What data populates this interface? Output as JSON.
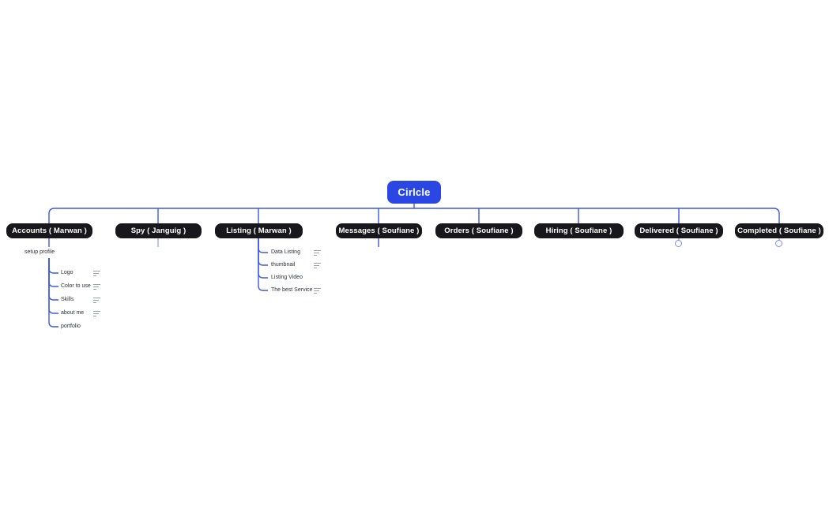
{
  "root": {
    "label": "Cirlcle"
  },
  "branches": [
    {
      "label": "Accounts ( Marwan )"
    },
    {
      "label": "Spy ( Janguig )"
    },
    {
      "label": "Listing ( Marwan )"
    },
    {
      "label": "Messages ( Soufiane )"
    },
    {
      "label": "Orders  ( Soufiane )"
    },
    {
      "label": "Hiring  ( Soufiane )"
    },
    {
      "label": "Delivered ( Soufiane )",
      "collapsed_indicator": true
    },
    {
      "label": "Completed ( Soufiane )",
      "collapsed_indicator": true
    }
  ],
  "accounts_subtree": {
    "parent_label": "setup profile",
    "children": [
      {
        "label": "Logo",
        "notes_icon": "notes-icon"
      },
      {
        "label": "Color to use",
        "notes_icon": "notes-icon"
      },
      {
        "label": "Skills",
        "notes_icon": "notes-icon"
      },
      {
        "label": "about me",
        "notes_icon": "notes-icon"
      },
      {
        "label": "portfolio"
      }
    ]
  },
  "listing_subtree": {
    "children": [
      {
        "label": "Data Listing",
        "notes_icon": "notes-icon"
      },
      {
        "label": "thumbnail",
        "notes_icon": "notes-icon"
      },
      {
        "label": "Listing Video"
      },
      {
        "label": "The best Service",
        "notes_icon": "notes-icon"
      }
    ]
  },
  "colors": {
    "root_node_bg": "#2b47e3",
    "branch_node_bg": "#17171c",
    "connector_blue": "#3d56e8",
    "connector_light": "#a9b2f3",
    "collapse_circle_stroke": "#7b8cf0",
    "small_label_text": "#2b2f38",
    "node_text": "#ffffff",
    "canvas_bg": "#ffffff"
  }
}
